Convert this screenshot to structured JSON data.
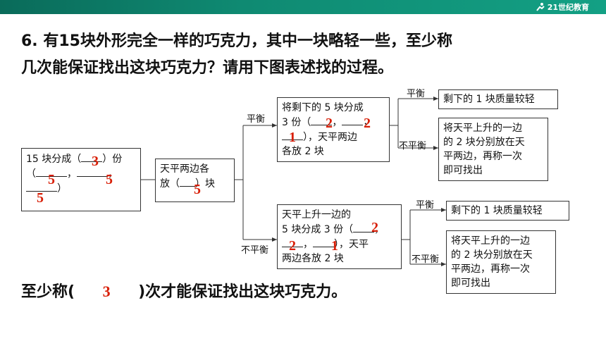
{
  "header": {
    "logo_text": "21世纪教育"
  },
  "question": {
    "line1": "6. 有15块外形完全一样的巧克力，其中一块略轻一些，至少称",
    "line2": "几次能保证找出这块巧克力？请用下图表述找的过程。"
  },
  "flow": {
    "box1": {
      "t1": "15 块分成（",
      "t2": "）份",
      "t3": "（",
      "t4": "，",
      "t5": "，",
      "t6": "）"
    },
    "box2": {
      "t1": "天平两边各",
      "t2": "放（",
      "t3": "）块"
    },
    "upper": {
      "label_balanced": "平衡",
      "box": {
        "t1": "将剩下的 5 块分成",
        "t2": "3 份（",
        "t3": "，",
        "t4": "，",
        "t5": "），天平两边",
        "t6": "各放 2 块"
      },
      "label_bal": "平衡",
      "label_unbal": "不平衡",
      "res1": "剩下的 1 块质量较轻",
      "res2": {
        "l1": "将天平上升的一边",
        "l2": "的 2 块分别放在天",
        "l3": "平两边，再称一次",
        "l4": "即可找出"
      }
    },
    "lower": {
      "label_unbalanced": "不平衡",
      "box": {
        "t1": "天平上升一边的",
        "t2": "5 块分成 3 份（",
        "t3": "，",
        "t4": "，",
        "t5": "），天平",
        "t6": "两边各放 2 块"
      },
      "label_bal": "平衡",
      "label_unbal": "不平衡",
      "res1": "剩下的 1 块质量较轻",
      "res2": {
        "l1": "将天平上升的一边",
        "l2": "的 2 块分别放在天",
        "l3": "平两边，再称一次",
        "l4": "即可找出"
      }
    }
  },
  "answers": {
    "parts": "3",
    "a1": "5",
    "a2": "5",
    "a3": "5",
    "each_side": "5",
    "up1": "2",
    "up2": "2",
    "up3": "1",
    "low1": "2",
    "low2": "2",
    "low3": "1",
    "min_times": "3"
  },
  "conclusion": {
    "pre": "至少称(",
    "post": ")次才能保证找出这块巧克力。"
  },
  "colors": {
    "answer": "#d81e06",
    "topbar": "#0f8a72"
  }
}
